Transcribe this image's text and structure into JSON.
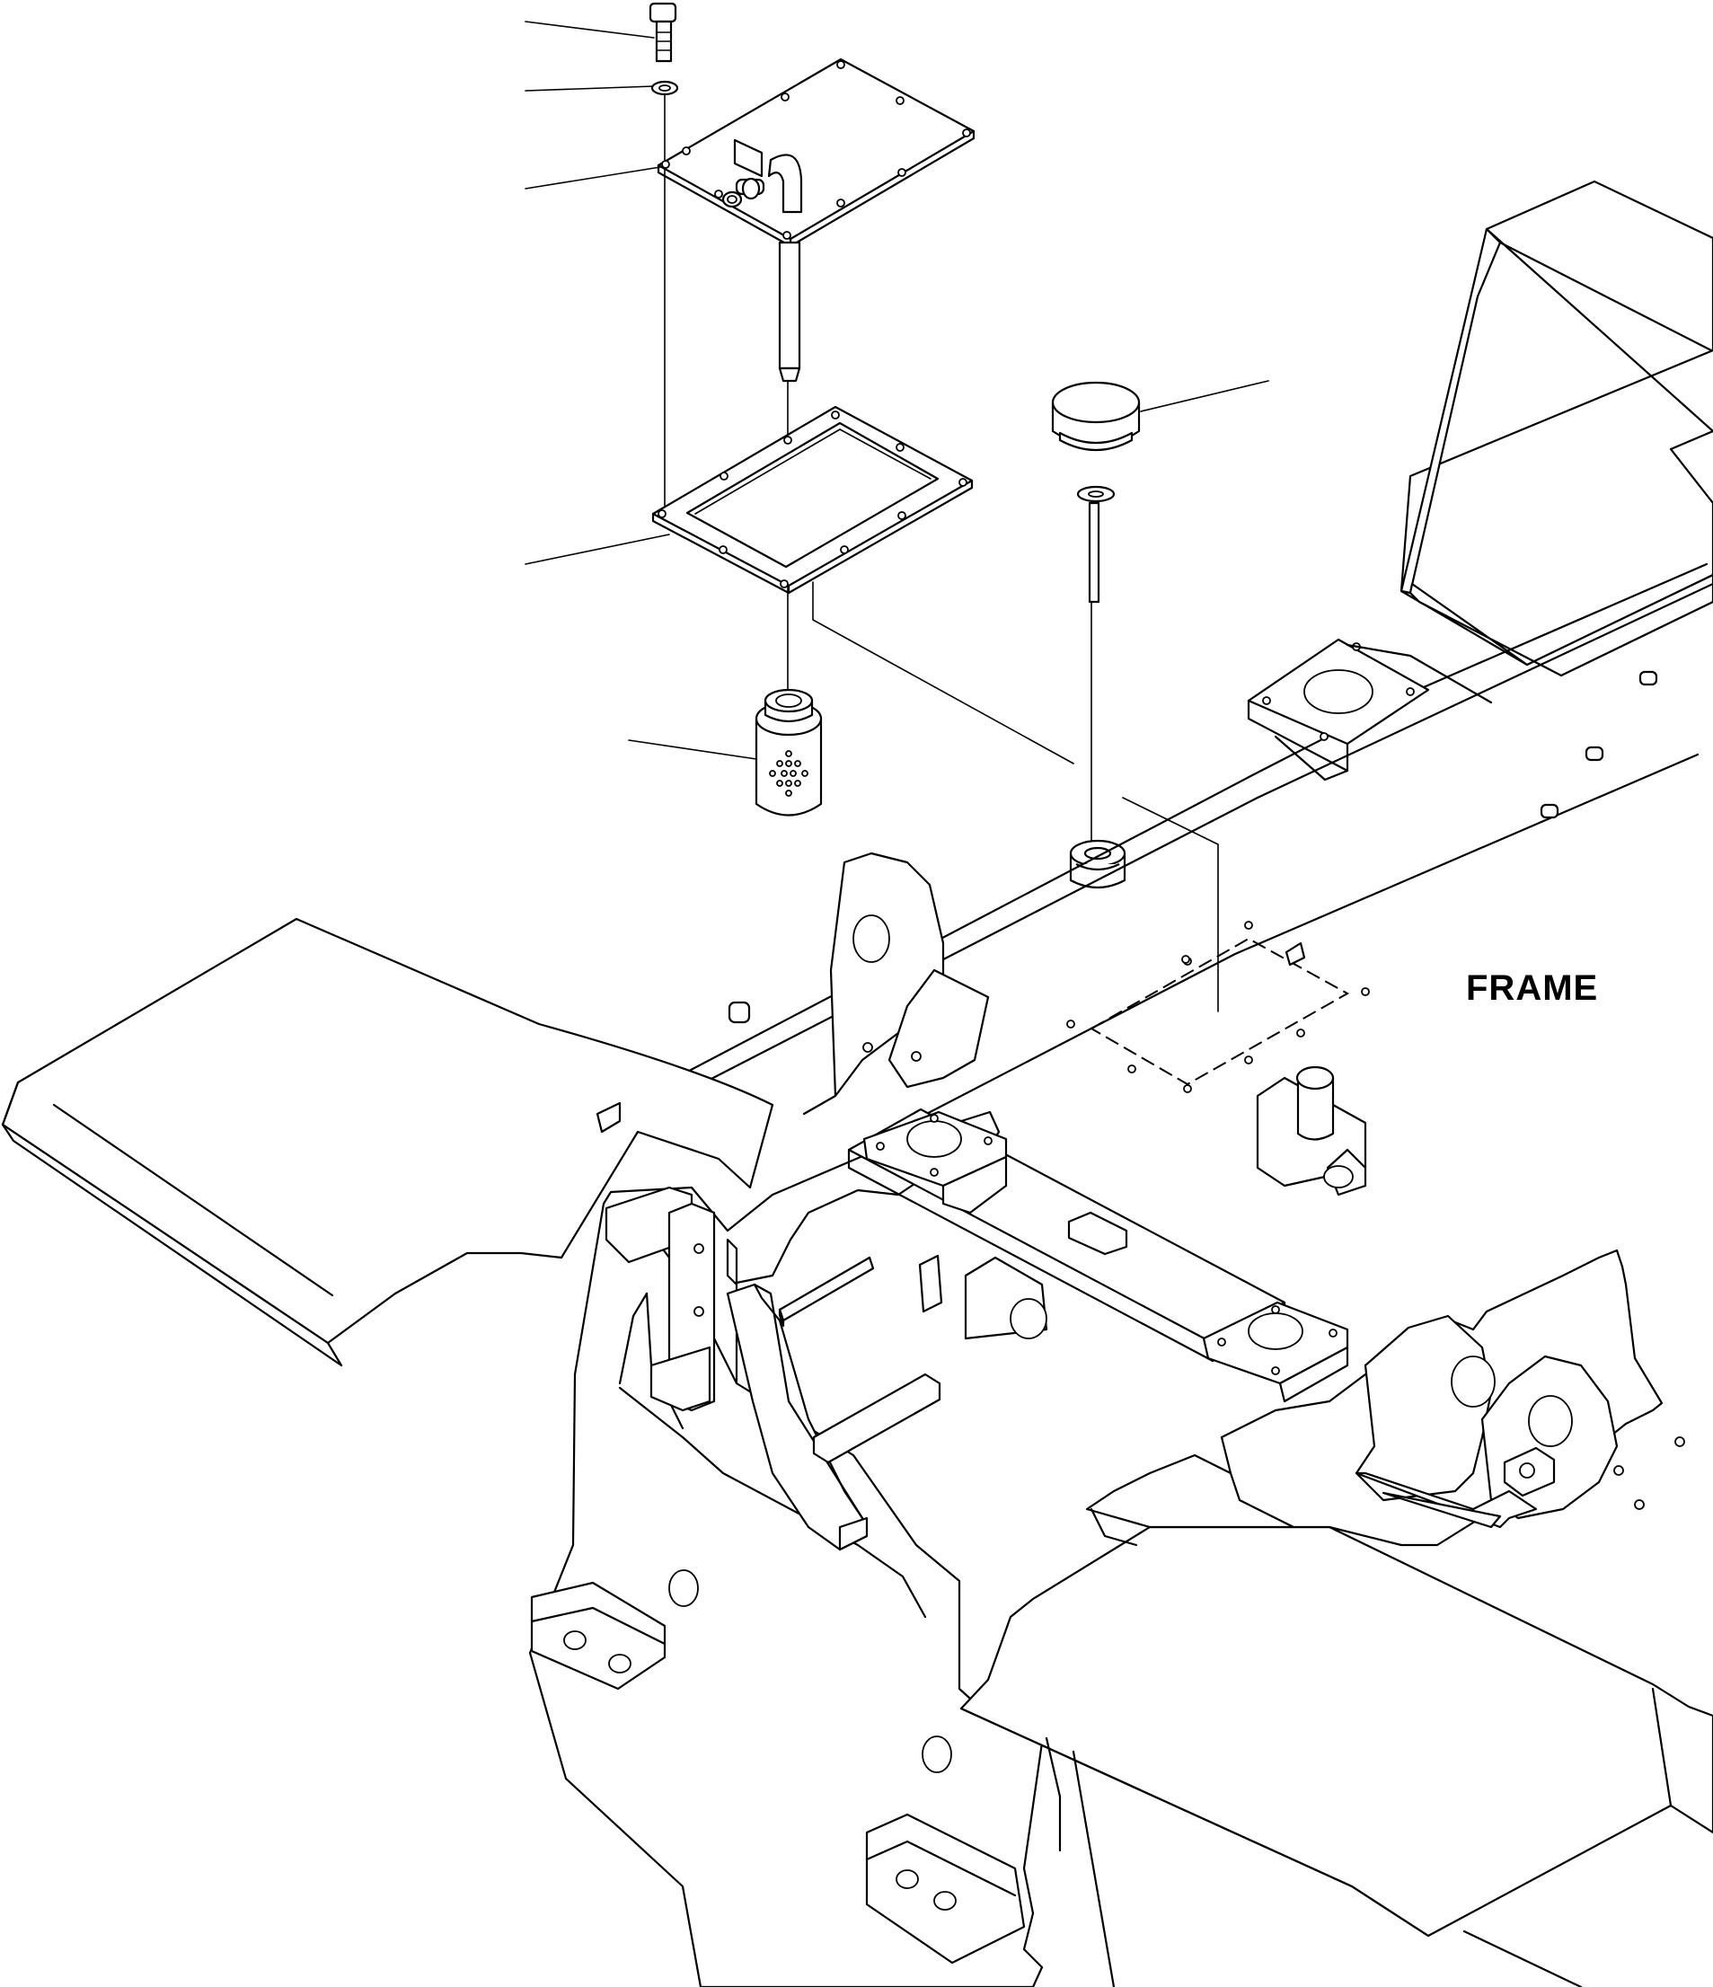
{
  "diagram": {
    "label": "FRAME",
    "parts": [
      {
        "name": "bolt"
      },
      {
        "name": "washer"
      },
      {
        "name": "cover-plate"
      },
      {
        "name": "gasket"
      },
      {
        "name": "strainer"
      },
      {
        "name": "filler-cap"
      }
    ]
  }
}
